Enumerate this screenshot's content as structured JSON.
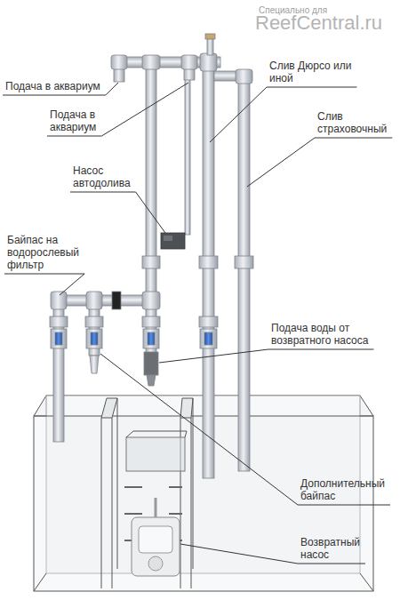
{
  "diagram": {
    "labels": [
      "Специально для",
      "ReefCentral.ru",
      "Подача в аквариум",
      "Подача в аквариум",
      "Насос автодолива",
      "Слив Дюрсо или иной",
      "Слив страховочный",
      "Байпас на водорослевый фильтр",
      "Подача воды от возвратного насоса",
      "Дополнительный байпас",
      "Возвратный насос"
    ]
  }
}
